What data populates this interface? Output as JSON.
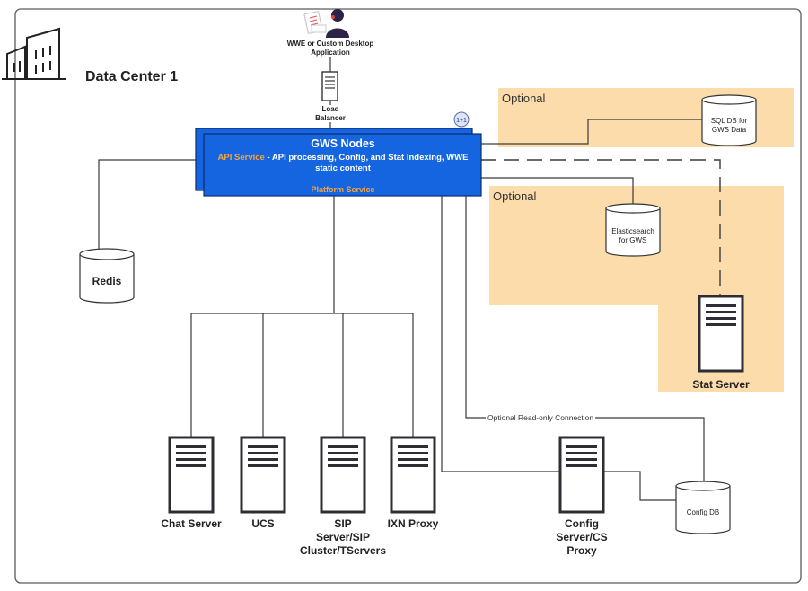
{
  "datacenter": {
    "title": "Data Center 1"
  },
  "desktop_app": {
    "label_line1": "WWE or Custom Desktop",
    "label_line2": "Application"
  },
  "load_balancer": {
    "label_line1": "Load",
    "label_line2": "Balancer"
  },
  "gws_nodes": {
    "title": "GWS Nodes",
    "api_service": "API Service",
    "api_desc_line1": " - API processing, Config, and Stat Indexing, WWE",
    "api_desc_line2": "static content",
    "platform_service": "Platform Service",
    "badge": "1+1"
  },
  "optional_top": {
    "label": "Optional"
  },
  "optional_mid": {
    "label": "Optional"
  },
  "sql_db": {
    "label_line1": "SQL DB for",
    "label_line2": "GWS Data"
  },
  "elasticsearch": {
    "label_line1": "Elasticsearch",
    "label_line2": "for GWS"
  },
  "redis": {
    "label": "Redis"
  },
  "stat_server": {
    "label": "Stat Server"
  },
  "servers": {
    "chat": {
      "label": "Chat Server"
    },
    "ucs": {
      "label": "UCS"
    },
    "sip": {
      "line1": "SIP",
      "line2": "Server/SIP",
      "line3": "Cluster/TServers"
    },
    "ixn": {
      "label": "IXN Proxy"
    },
    "config": {
      "line1": "Config",
      "line2": "Server/CS",
      "line3": "Proxy"
    }
  },
  "config_db": {
    "label": "Config DB"
  },
  "readonly_connection": {
    "label": "Optional Read-only Connection"
  },
  "colors": {
    "gws_blue": "#1565e0",
    "optional_fill": "#fbdcaa",
    "orange_text": "#f4a340",
    "line": "#3a3a3a",
    "server_dark": "#2d2d33"
  }
}
